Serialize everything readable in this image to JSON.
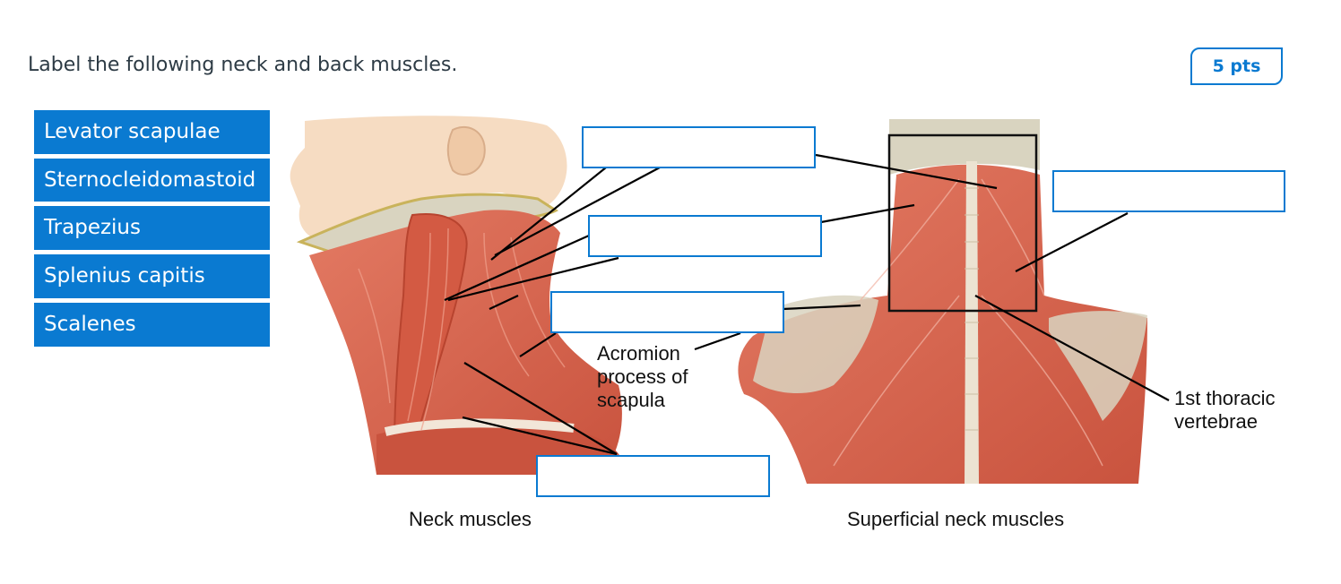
{
  "question": {
    "prompt": "Label the following neck and back muscles.",
    "points": "5 pts"
  },
  "word_bank": [
    {
      "label": "Levator scapulae"
    },
    {
      "label": "Sternocleidomastoid"
    },
    {
      "label": "Trapezius"
    },
    {
      "label": "Splenius capitis"
    },
    {
      "label": "Scalenes"
    }
  ],
  "diagram": {
    "left_caption": "Neck muscles",
    "right_caption": "Superficial neck muscles",
    "acromion_label": [
      "Acromion",
      "process of",
      "scapula"
    ],
    "thoracic_label": [
      "1st thoracic",
      "vertebrae"
    ]
  },
  "colors": {
    "accent": "#0a7ad1",
    "muscle": "#d9644e",
    "bone": "#d9d4c0",
    "skin": "#f6dcc2"
  }
}
